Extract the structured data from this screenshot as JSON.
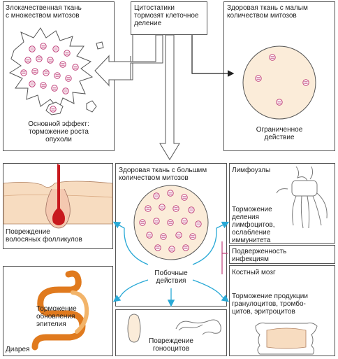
{
  "top_center": {
    "text": "Цитостатики\nтормозят клеточное\nделение"
  },
  "malignant": {
    "title": "Злокачественная ткань\nс множеством митозов",
    "effect": "Основной эффект:\nторможение роста\nопухоли"
  },
  "healthy_low": {
    "title": "Здоровая ткань с малым\nколичеством митозов",
    "effect": "Ограниченное\nдействие"
  },
  "healthy_high": {
    "title": "Здоровая ткань с большим\nколичеством митозов",
    "side_effects": "Побочные\nдействия"
  },
  "hair": {
    "label": "Повреждение\nволосяных фолликулов"
  },
  "lymph": {
    "title": "Лимфоузлы",
    "text": "Торможение\nделения\nлимфоцитов,\nослабление\nиммунитета"
  },
  "infection": {
    "label": "Подверженность\nинфекциям"
  },
  "marrow": {
    "title": "Костный мозг",
    "text": "Торможение продукции\nгранулоцитов, тромбо-\nцитов, эритроцитов"
  },
  "intestine": {
    "text": "Торможение\nобновления\nэпителия",
    "label": "Диарея"
  },
  "gonads": {
    "label": "Повреждение\nгонооцитов"
  },
  "colors": {
    "arrow_cyan": "#29a9d6",
    "mitosis_magenta": "#c0407a",
    "cell_fill": "#fbecd9",
    "tissue_fill": "#f7dcc0",
    "follicle_red": "#c8191e",
    "intestine_orange": "#e07a1e"
  }
}
